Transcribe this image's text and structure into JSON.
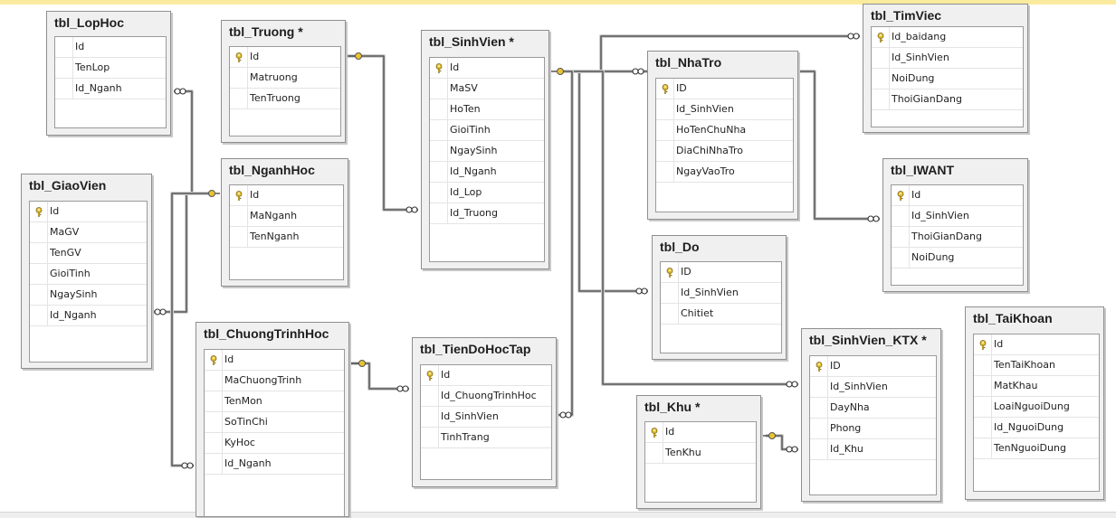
{
  "diagram": {
    "tables": [
      {
        "id": "lophoc",
        "name": "tbl_LopHoc",
        "columns": [
          {
            "name": "Id",
            "pk": false
          },
          {
            "name": "TenLop",
            "pk": false
          },
          {
            "name": "Id_Nganh",
            "pk": false
          }
        ]
      },
      {
        "id": "truong",
        "name": "tbl_Truong *",
        "columns": [
          {
            "name": "Id",
            "pk": true
          },
          {
            "name": "Matruong",
            "pk": false
          },
          {
            "name": "TenTruong",
            "pk": false
          }
        ]
      },
      {
        "id": "sinhvien",
        "name": "tbl_SinhVien *",
        "columns": [
          {
            "name": "Id",
            "pk": true
          },
          {
            "name": "MaSV",
            "pk": false
          },
          {
            "name": "HoTen",
            "pk": false
          },
          {
            "name": "GioiTinh",
            "pk": false
          },
          {
            "name": "NgaySinh",
            "pk": false
          },
          {
            "name": "Id_Nganh",
            "pk": false
          },
          {
            "name": "Id_Lop",
            "pk": false
          },
          {
            "name": "Id_Truong",
            "pk": false
          }
        ]
      },
      {
        "id": "nhatro",
        "name": "tbl_NhaTro",
        "columns": [
          {
            "name": "ID",
            "pk": true
          },
          {
            "name": "Id_SinhVien",
            "pk": false
          },
          {
            "name": "HoTenChuNha",
            "pk": false
          },
          {
            "name": "DiaChiNhaTro",
            "pk": false
          },
          {
            "name": "NgayVaoTro",
            "pk": false
          }
        ]
      },
      {
        "id": "timviec",
        "name": "tbl_TimViec",
        "columns": [
          {
            "name": "Id_baidang",
            "pk": true
          },
          {
            "name": "Id_SinhVien",
            "pk": false
          },
          {
            "name": "NoiDung",
            "pk": false
          },
          {
            "name": "ThoiGianDang",
            "pk": false
          }
        ]
      },
      {
        "id": "giaovien",
        "name": "tbl_GiaoVien",
        "columns": [
          {
            "name": "Id",
            "pk": true
          },
          {
            "name": "MaGV",
            "pk": false
          },
          {
            "name": "TenGV",
            "pk": false
          },
          {
            "name": "GioiTinh",
            "pk": false
          },
          {
            "name": "NgaySinh",
            "pk": false
          },
          {
            "name": "Id_Nganh",
            "pk": false
          }
        ]
      },
      {
        "id": "nganhhoc",
        "name": "tbl_NganhHoc",
        "columns": [
          {
            "name": "Id",
            "pk": true
          },
          {
            "name": "MaNganh",
            "pk": false
          },
          {
            "name": "TenNganh",
            "pk": false
          }
        ]
      },
      {
        "id": "iwant",
        "name": "tbl_IWANT",
        "columns": [
          {
            "name": "Id",
            "pk": true
          },
          {
            "name": "Id_SinhVien",
            "pk": false
          },
          {
            "name": "ThoiGianDang",
            "pk": false
          },
          {
            "name": "NoiDung",
            "pk": false
          }
        ]
      },
      {
        "id": "do",
        "name": "tbl_Do",
        "columns": [
          {
            "name": "ID",
            "pk": true
          },
          {
            "name": "Id_SinhVien",
            "pk": false
          },
          {
            "name": "Chitiet",
            "pk": false
          }
        ]
      },
      {
        "id": "chuongtrinh",
        "name": "tbl_ChuongTrinhHoc",
        "columns": [
          {
            "name": "Id",
            "pk": true
          },
          {
            "name": "MaChuongTrinh",
            "pk": false
          },
          {
            "name": "TenMon",
            "pk": false
          },
          {
            "name": "SoTinChi",
            "pk": false
          },
          {
            "name": "KyHoc",
            "pk": false
          },
          {
            "name": "Id_Nganh",
            "pk": false
          }
        ]
      },
      {
        "id": "tiendo",
        "name": "tbl_TienDoHocTap",
        "columns": [
          {
            "name": "Id",
            "pk": true
          },
          {
            "name": "Id_ChuongTrinhHoc",
            "pk": false
          },
          {
            "name": "Id_SinhVien",
            "pk": false
          },
          {
            "name": "TinhTrang",
            "pk": false
          }
        ]
      },
      {
        "id": "ktx",
        "name": "tbl_SinhVien_KTX *",
        "columns": [
          {
            "name": "ID",
            "pk": true
          },
          {
            "name": "Id_SinhVien",
            "pk": false
          },
          {
            "name": "DayNha",
            "pk": false
          },
          {
            "name": "Phong",
            "pk": false
          },
          {
            "name": "Id_Khu",
            "pk": false
          }
        ]
      },
      {
        "id": "khu",
        "name": "tbl_Khu *",
        "columns": [
          {
            "name": "Id",
            "pk": true
          },
          {
            "name": "TenKhu",
            "pk": false
          }
        ]
      },
      {
        "id": "taikhoan",
        "name": "tbl_TaiKhoan",
        "columns": [
          {
            "name": "Id",
            "pk": true
          },
          {
            "name": "TenTaiKhoan",
            "pk": false
          },
          {
            "name": "MatKhau",
            "pk": false
          },
          {
            "name": "LoaiNguoiDung",
            "pk": false
          },
          {
            "name": "Id_NguoiDung",
            "pk": false
          },
          {
            "name": "TenNguoiDung",
            "pk": false
          }
        ]
      }
    ],
    "relationships": [
      {
        "id": "r-nganh-lop",
        "from": "nganhhoc",
        "to": "lophoc"
      },
      {
        "id": "r-nganh-giaovien",
        "from": "nganhhoc",
        "to": "giaovien"
      },
      {
        "id": "r-nganh-chuongtrinh",
        "from": "nganhhoc",
        "to": "chuongtrinh"
      },
      {
        "id": "r-truong-sinhvien",
        "from": "truong",
        "to": "sinhvien"
      },
      {
        "id": "r-sinhvien-timviec",
        "from": "sinhvien",
        "to": "timviec"
      },
      {
        "id": "r-sinhvien-nhatro",
        "from": "sinhvien",
        "to": "nhatro"
      },
      {
        "id": "r-sinhvien-iwant",
        "from": "sinhvien",
        "to": "iwant"
      },
      {
        "id": "r-sinhvien-do",
        "from": "sinhvien",
        "to": "do"
      },
      {
        "id": "r-sinhvien-ktx",
        "from": "sinhvien",
        "to": "ktx"
      },
      {
        "id": "r-sinhvien-tiendo",
        "from": "sinhvien",
        "to": "tiendo"
      },
      {
        "id": "r-chuongtrinh-tiendo",
        "from": "chuongtrinh",
        "to": "tiendo"
      },
      {
        "id": "r-khu-ktx",
        "from": "khu",
        "to": "ktx"
      }
    ]
  },
  "colors": {
    "key_icon": "#e8c432",
    "line": "#555555",
    "line_highlight": "#cfcfcf",
    "window_highlight": "#fbeb9f"
  }
}
